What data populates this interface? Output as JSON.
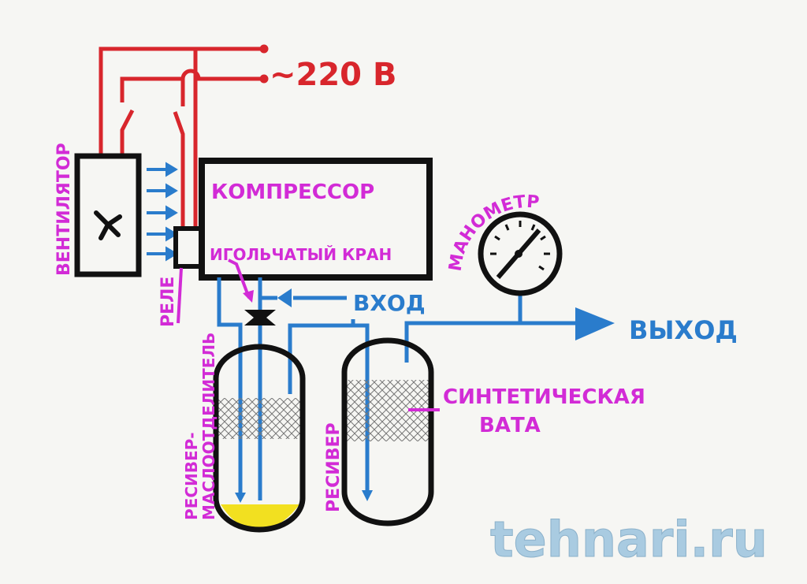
{
  "colors": {
    "power": "#d8262c",
    "air": "#2a7ccc",
    "label": "#d22bd6",
    "outline": "#111111",
    "oil": "#f2e020",
    "watermark": "#9cc4de"
  },
  "labels": {
    "voltage": "~220 В",
    "fan": "ВЕНТИЛЯТОР",
    "relay": "РЕЛЕ",
    "compressor": "КОМПРЕССОР",
    "needle_valve": "ИГОЛЬЧАТЫЙ КРАН",
    "inlet": "ВХОД",
    "gauge": "МАНОМЕТР",
    "outlet": "ВЫХОД",
    "receiver_separator_1": "РЕСИВЕР-",
    "receiver_separator_2": "МАСЛООТДЕЛИТЕЛЬ",
    "receiver": "РЕСИВЕР",
    "filter_1": "СИНТЕТИЧЕСКАЯ",
    "filter_2": "ВАТА"
  },
  "watermark": "tehnari.ru"
}
